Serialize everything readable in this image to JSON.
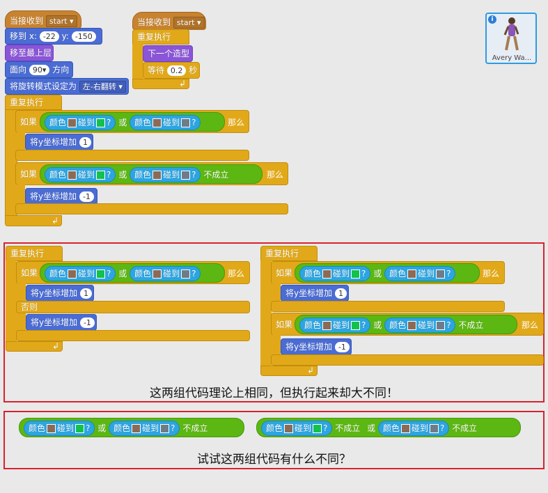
{
  "labels": {
    "when_receive": "当接收到",
    "msg": "start",
    "move_to": "移到",
    "x_label": "x:",
    "y_label": "y:",
    "go_front": "移至最上层",
    "point": "面向",
    "direction": "方向",
    "rotation": "将旋转模式设定为",
    "rotation_value": "左-右翻转",
    "forever": "重复执行",
    "next_costume": "下一个造型",
    "wait": "等待",
    "seconds": "秒",
    "if": "如果",
    "then": "那么",
    "else": "否则",
    "color": "颜色",
    "touching": "碰到",
    "q": "?",
    "or": "或",
    "not": "不成立",
    "change_y": "将y坐标增加"
  },
  "values": {
    "x": "-22",
    "y": "-150",
    "dir": "90",
    "wait": "0.2",
    "up": "1",
    "down": "-1"
  },
  "sprite": {
    "name": "Avery Wa...",
    "info": "i"
  },
  "captions": {
    "box1": "这两组代码理论上相同，但执行起来却大不同！",
    "box2": "试试这两组代码有什么不同？"
  },
  "colors": {
    "brown": "#8c6b56",
    "green": "#13c14d",
    "gray": "#6f7c88",
    "highlight": "#d8222f"
  }
}
